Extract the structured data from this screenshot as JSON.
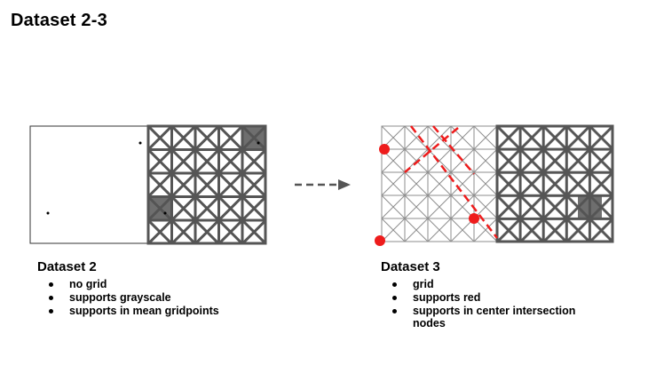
{
  "slide": {
    "title": "Dataset 2-3"
  },
  "colors": {
    "grid_dark": "#5a5a5a",
    "grid_light": "#9a9a9a",
    "support_red": "#ee1c1c",
    "arrow_gray": "#555555"
  },
  "dataset2": {
    "title": "Dataset 2",
    "bullets": [
      "no grid",
      "supports grayscale",
      "supports in mean gridpoints"
    ]
  },
  "dataset3": {
    "title": "Dataset 3",
    "bullets": [
      "grid",
      "supports red",
      "supports in center intersection nodes"
    ]
  },
  "icons": {
    "arrow": "dashed-right-arrow-icon",
    "bullet": "bullet-dot-icon"
  }
}
